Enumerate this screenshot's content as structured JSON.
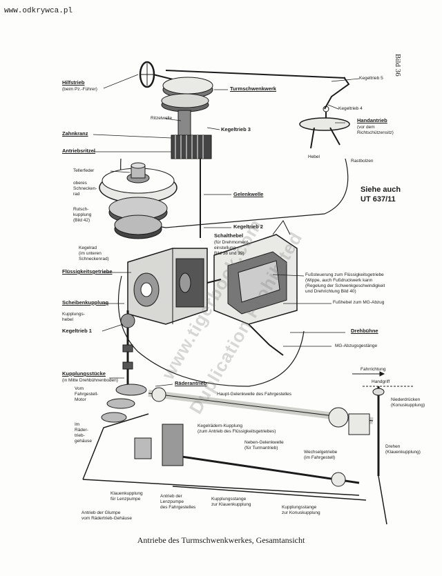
{
  "header": {
    "site": "www.odkrywca.pl",
    "page_number": "Bild 36"
  },
  "watermark": {
    "line1": "www.tigerbook.com",
    "line2": "Duplication Prohibited"
  },
  "siehe": {
    "line1": "Siehe auch",
    "line2": "UT 637/11"
  },
  "labels": {
    "hilfstrieb": "Hilfstrieb",
    "hilfstrieb_sub": "(beim Pz.-Führer)",
    "turmschwenkwerk": "Turmschwenkwerk",
    "kegeltrieb5": "Kegeltrieb 5",
    "kegeltrieb4": "Kegeltrieb 4",
    "handantrieb": "Handantrieb",
    "handantrieb_sub1": "(vor dem",
    "handantrieb_sub2": "Richtschützensitz)",
    "ritzelwelle": "Ritzelwelle",
    "kegeltrieb3": "Kegeltrieb 3",
    "zahnkranz": "Zahnkranz",
    "antriebsritzel": "Antriebsritzel",
    "hebel": "Hebel",
    "rastbolzen": "Rastbolzen",
    "tellerfeder": "Tellerfeder",
    "oberes_schneckenrad1": "oberes",
    "oberes_schneckenrad2": "Schnecken-",
    "oberes_schneckenrad3": "rad",
    "rutsch1": "Rutsch-",
    "rutsch2": "kupplung",
    "rutsch3": "(Bild 42)",
    "gelenkwelle": "Gelenkwelle",
    "kegeltrieb2": "Kegeltrieb 2",
    "schalthebel1": "Schalthebel",
    "schalthebel2": "(für Drehmoment-",
    "schalthebel3": "einstellung",
    "schalthebel4": "Bild 38 und 39)",
    "kegelrad1": "Kegelrad",
    "kegelrad2": "(im unteren",
    "kegelrad3": "Schneckenrad)",
    "fluessigkeitsgetriebe": "Flüssigkeitsgetriebe",
    "fuss1": "Fußsteuerung zum Flüssigkeitsgetriebe",
    "fuss2": "(Wippe, auch Fußdruckwerk kann",
    "fuss3": "(Regelung der Schwenkgeschwindigkeit",
    "fuss4": "und Drehrichtung  Bild 40)",
    "scheibenkupplung": "Scheibenkupplung",
    "fusshebel": "Fußhebel zum MG-Abzug",
    "kupplungshebel1": "Kupplungs-",
    "kupplungshebel2": "hebel",
    "kegeltrieb1": "Kegeltrieb 1",
    "drehbuehne": "Drehbühne",
    "mg_abzug": "MG-Abzugsgestänge",
    "kupplungsstuecke": "Kupplungsstücke",
    "kupplungsstuecke_sub": "(in Mitte Drehbühnenboden)",
    "raederantrieb": "Räderantrieb",
    "fahrrichtung": "Fahrrichtung",
    "handgriff": "Handgriff",
    "vom1": "Vom",
    "vom2": "Fahrgestell-",
    "vom3": "Motor",
    "haupt_gelenkwelle": "Haupt-Gelenkwelle des Fahrgestelles",
    "niederdruecken1": "Niederdrücken",
    "niederdruecken2": "(Konuskupplung)",
    "im1": "Im",
    "im2": "Räder-",
    "im3": "trieb-",
    "im4": "gehäuse",
    "kegelraeder1": "Kegelrädern-Kupplung",
    "kegelraeder2": "(zum Antrieb des Flüssigkeitsgetriebes)",
    "neben1": "Neben-Gelenkwelle",
    "neben2": "(für Turmantrieb)",
    "wechselgetriebe1": "Wechselgetriebe",
    "wechselgetriebe2": "(im Fahrgestell)",
    "drehen1": "Drehen",
    "drehen2": "(Klauenkupplung)",
    "klauen1": "Klauenkupplung",
    "klauen2": "für Lenzpumpe",
    "antrieb_fg1": "Antrieb der",
    "antrieb_fg2": "Lenzpumpe",
    "antrieb_fg3": "des Fahrgestelles",
    "kupplungsstange1": "Kupplungsstange",
    "kupplungsstange2": "zur Klauenkupplung",
    "kupplungsstange3": "Kupplungsstange",
    "kupplungsstange4": "zur Konuskupplung",
    "antrieb_glump1": "Antrieb der Glumpe",
    "antrieb_glump2": "vom Rädertrieb-Gehäuse"
  },
  "caption": "Antriebe des Turmschwenkwerkes, Gesamtansicht",
  "colors": {
    "ink": "#1a1a1a",
    "paper": "#fdfdfb",
    "shade": "#555555",
    "light": "#e9e9e5"
  }
}
